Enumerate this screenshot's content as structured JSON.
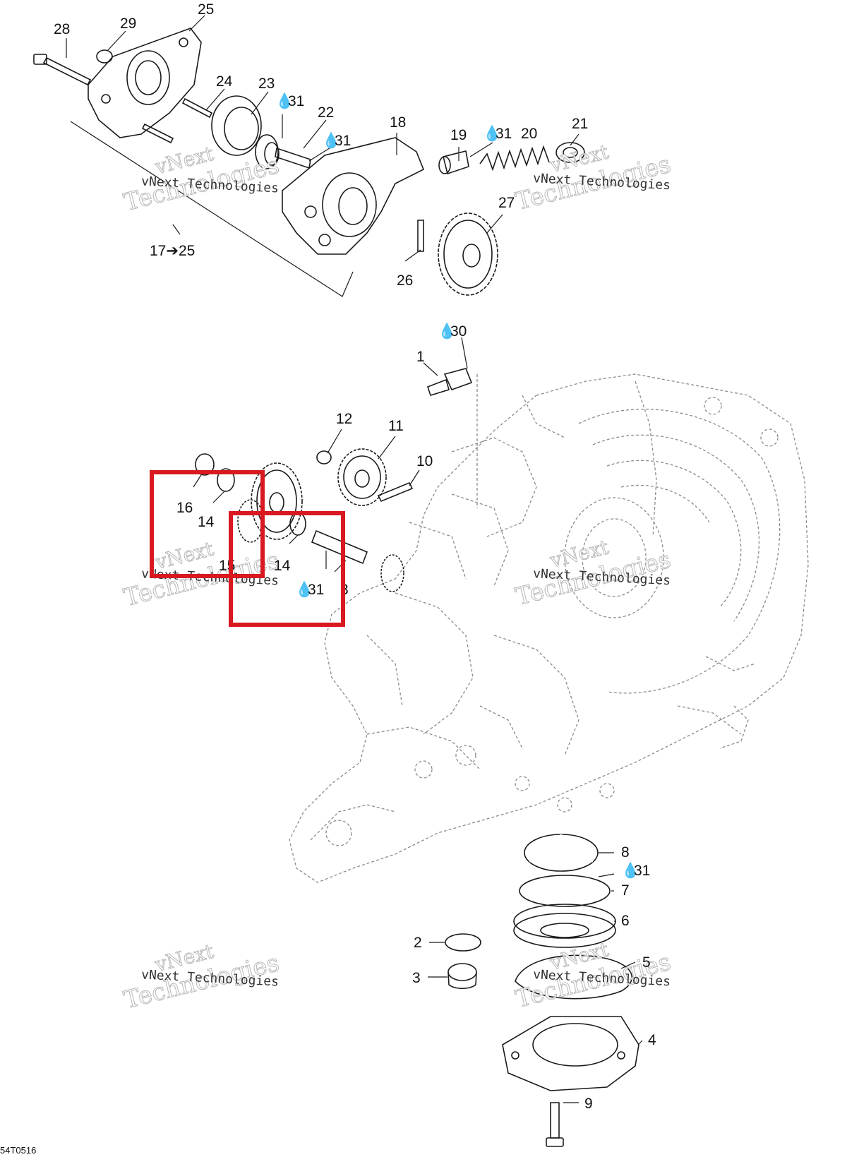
{
  "diagram_code": "54T0516",
  "watermark": {
    "brand_line1": "vNext",
    "brand_line2": "Technologies",
    "small_text": "vNext Technologies"
  },
  "oil_symbol": "💧",
  "labels": {
    "p1": "1",
    "p2": "2",
    "p3a": "3",
    "p3b": "3",
    "p4": "4",
    "p5": "5",
    "p6": "6",
    "p7": "7",
    "p8": "8",
    "p9": "9",
    "p10": "10",
    "p11": "11",
    "p12": "12",
    "p14a": "14",
    "p14b": "14",
    "p15": "15",
    "p16": "16",
    "p17_25": "17➔25",
    "p18": "18",
    "p19": "19",
    "p20": "20",
    "p21": "21",
    "p22": "22",
    "p23": "23",
    "p24": "24",
    "p25": "25",
    "p26": "26",
    "p27": "27",
    "p28": "28",
    "p29": "29",
    "o30": "30",
    "o31a": "31",
    "o31b": "31",
    "o31c": "31",
    "o31d": "31",
    "o31e": "31"
  },
  "highlight_color": "#d9181f"
}
